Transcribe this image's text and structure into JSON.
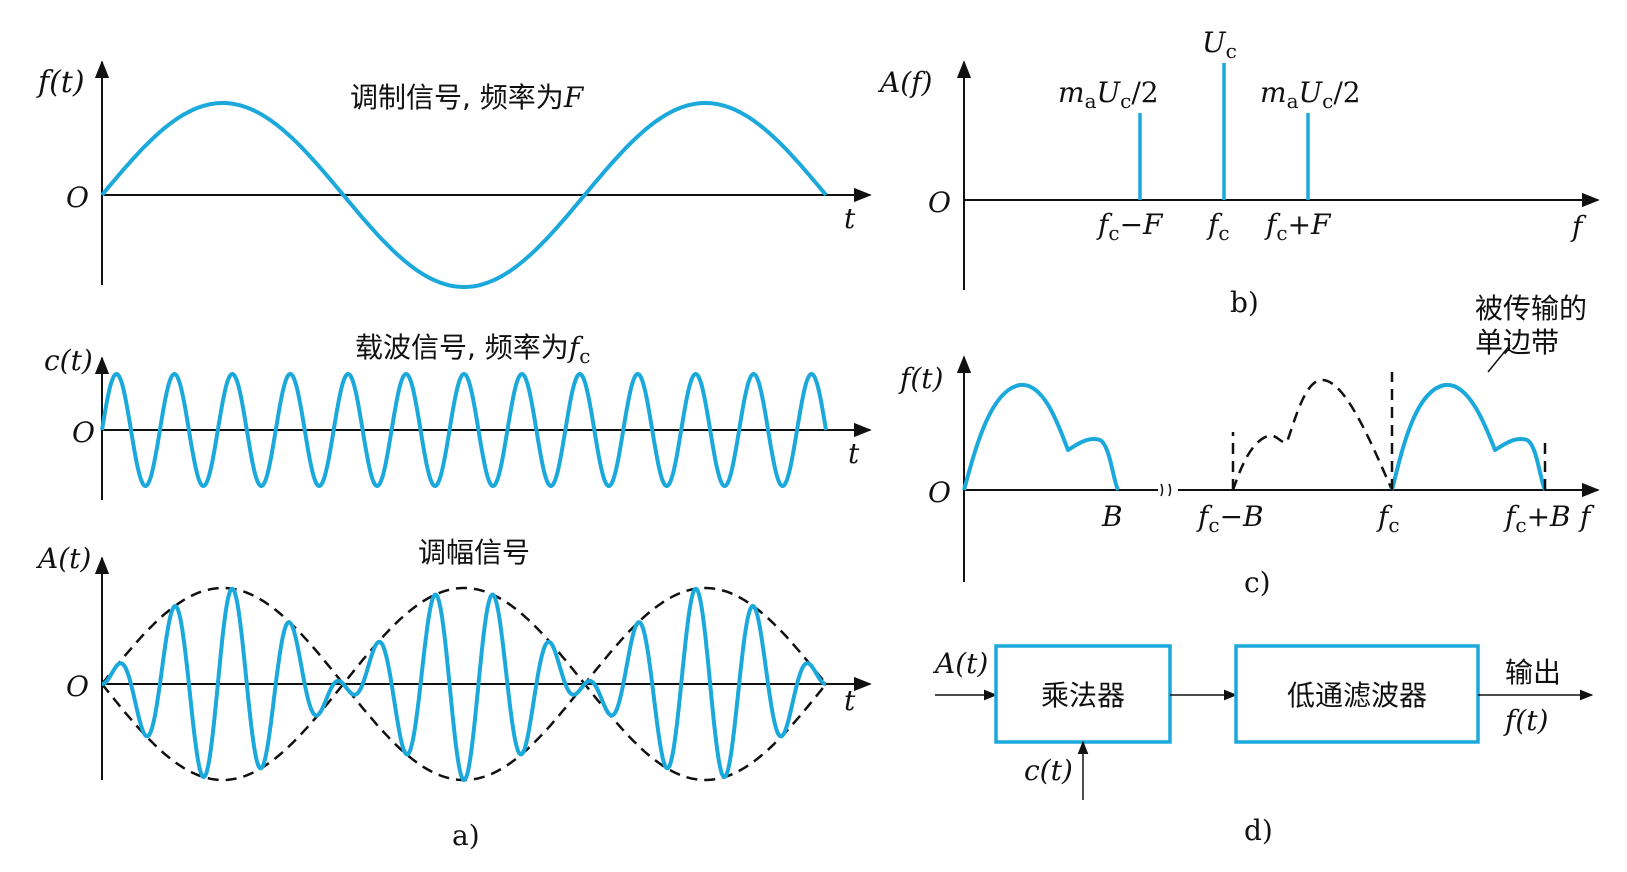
{
  "panel_a": {
    "caption": "a)",
    "plot1": {
      "ylabel": "f(t)",
      "title": "调制信号, 频率为",
      "title_var": "F",
      "origin": "O",
      "xlabel": "t"
    },
    "plot2": {
      "ylabel": "c(t)",
      "title": "载波信号, 频率为",
      "title_var": "f",
      "title_sub": "c",
      "origin": "O",
      "xlabel": "t"
    },
    "plot3": {
      "ylabel": "A(t)",
      "title": "调幅信号",
      "origin": "O",
      "xlabel": "t"
    }
  },
  "panel_b": {
    "caption": "b)",
    "ylabel": "A(f)",
    "origin": "O",
    "xlabel": "f",
    "lines": [
      {
        "label_main": "m",
        "label_sub1": "a",
        "label_rest": "U",
        "label_sub2": "c",
        "label_tail": "/2",
        "xlabel": "fc−F"
      },
      {
        "label_main": "U",
        "label_sub1": "c",
        "xlabel": "fc"
      },
      {
        "label_main": "m",
        "label_sub1": "a",
        "label_rest": "U",
        "label_sub2": "c",
        "label_tail": "/2",
        "xlabel": "fc+F"
      }
    ],
    "tick_labels": {
      "left": "−F",
      "right": "+F"
    }
  },
  "panel_c": {
    "caption": "c)",
    "ylabel": "f(t)",
    "origin": "O",
    "xlabel": "f",
    "ticks": {
      "b": "B",
      "fc_minus_b": "−B",
      "fc": "f",
      "fc_sub": "c",
      "fc_plus_b": "+B"
    },
    "annotation_line1": "被传输的",
    "annotation_line2": "单边带"
  },
  "panel_d": {
    "caption": "d)",
    "input_top": "A(t)",
    "input_bottom": "c(t)",
    "block1": "乘法器",
    "block2": "低通滤波器",
    "output_label": "输出",
    "output_signal": "f(t)"
  },
  "colors": {
    "wave": "#1ba9dc",
    "axis": "#111111",
    "background": "#ffffff"
  }
}
